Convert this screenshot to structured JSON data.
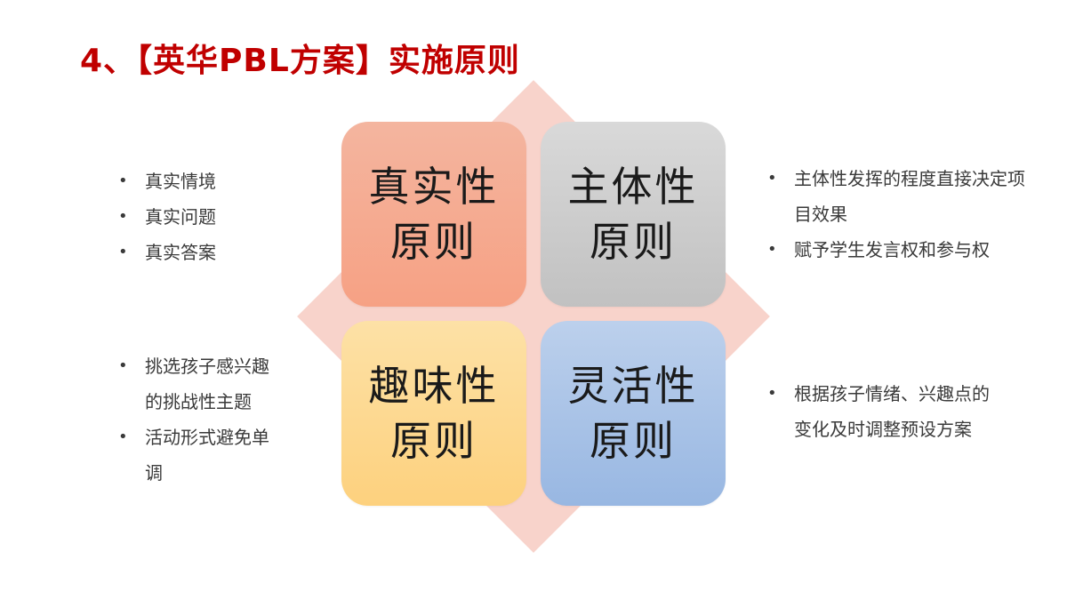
{
  "title": "4、【英华PBL方案】实施原则",
  "tiles": {
    "top_left": {
      "line1": "真实性",
      "line2": "原则"
    },
    "top_right": {
      "line1": "主体性",
      "line2": "原则"
    },
    "bottom_left": {
      "line1": "趣味性",
      "line2": "原则"
    },
    "bottom_right": {
      "line1": "灵活性",
      "line2": "原则"
    }
  },
  "bullets": {
    "top_left": [
      "真实情境",
      "真实问题",
      "真实答案"
    ],
    "bottom_left": [
      "挑选孩子感兴趣的挑战性主题",
      "活动形式避免单调"
    ],
    "top_right": [
      "主体性发挥的程度直接决定项目效果",
      "赋予学生发言权和参与权"
    ],
    "bottom_right": [
      "根据孩子情绪、兴趣点的变化及时调整预设方案"
    ]
  },
  "colors": {
    "title": "#c00000",
    "diamond": "#f8d3cb",
    "tile_top_left": "#f6a184",
    "tile_top_right": "#c1c1c1",
    "tile_bottom_left": "#fdd17e",
    "tile_bottom_right": "#98b7e2"
  }
}
